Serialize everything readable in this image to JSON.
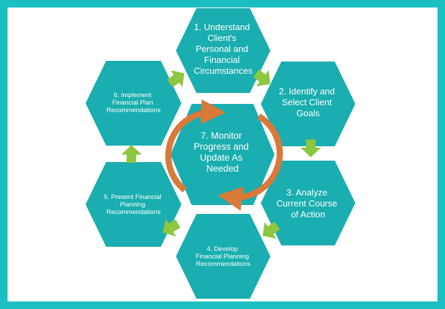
{
  "colors": {
    "frame": "#1bbfc1",
    "hexagon": "#1aaeb0",
    "arrow": "#8dc63f",
    "cycle_arrow": "#d9793a",
    "text": "#ffffff"
  },
  "steps": [
    {
      "lines": [
        "1. Understand",
        "Client's",
        "Personal and",
        "Financial",
        "Circumstances"
      ]
    },
    {
      "lines": [
        "2. Identify and",
        "Select Client",
        "Goals"
      ]
    },
    {
      "lines": [
        "3. Analyze",
        "Current Course",
        "of Action"
      ]
    },
    {
      "lines": [
        "4. Develop",
        "Financial Planning",
        "Recommendations"
      ]
    },
    {
      "lines": [
        "5. Present Financial",
        "Planning",
        "Recommendations"
      ]
    },
    {
      "lines": [
        "6. Implement",
        "Financial Plan",
        "Recommendations"
      ]
    },
    {
      "lines": [
        "7. Monitor",
        "Progress and",
        "Update As",
        "Needed"
      ]
    }
  ]
}
